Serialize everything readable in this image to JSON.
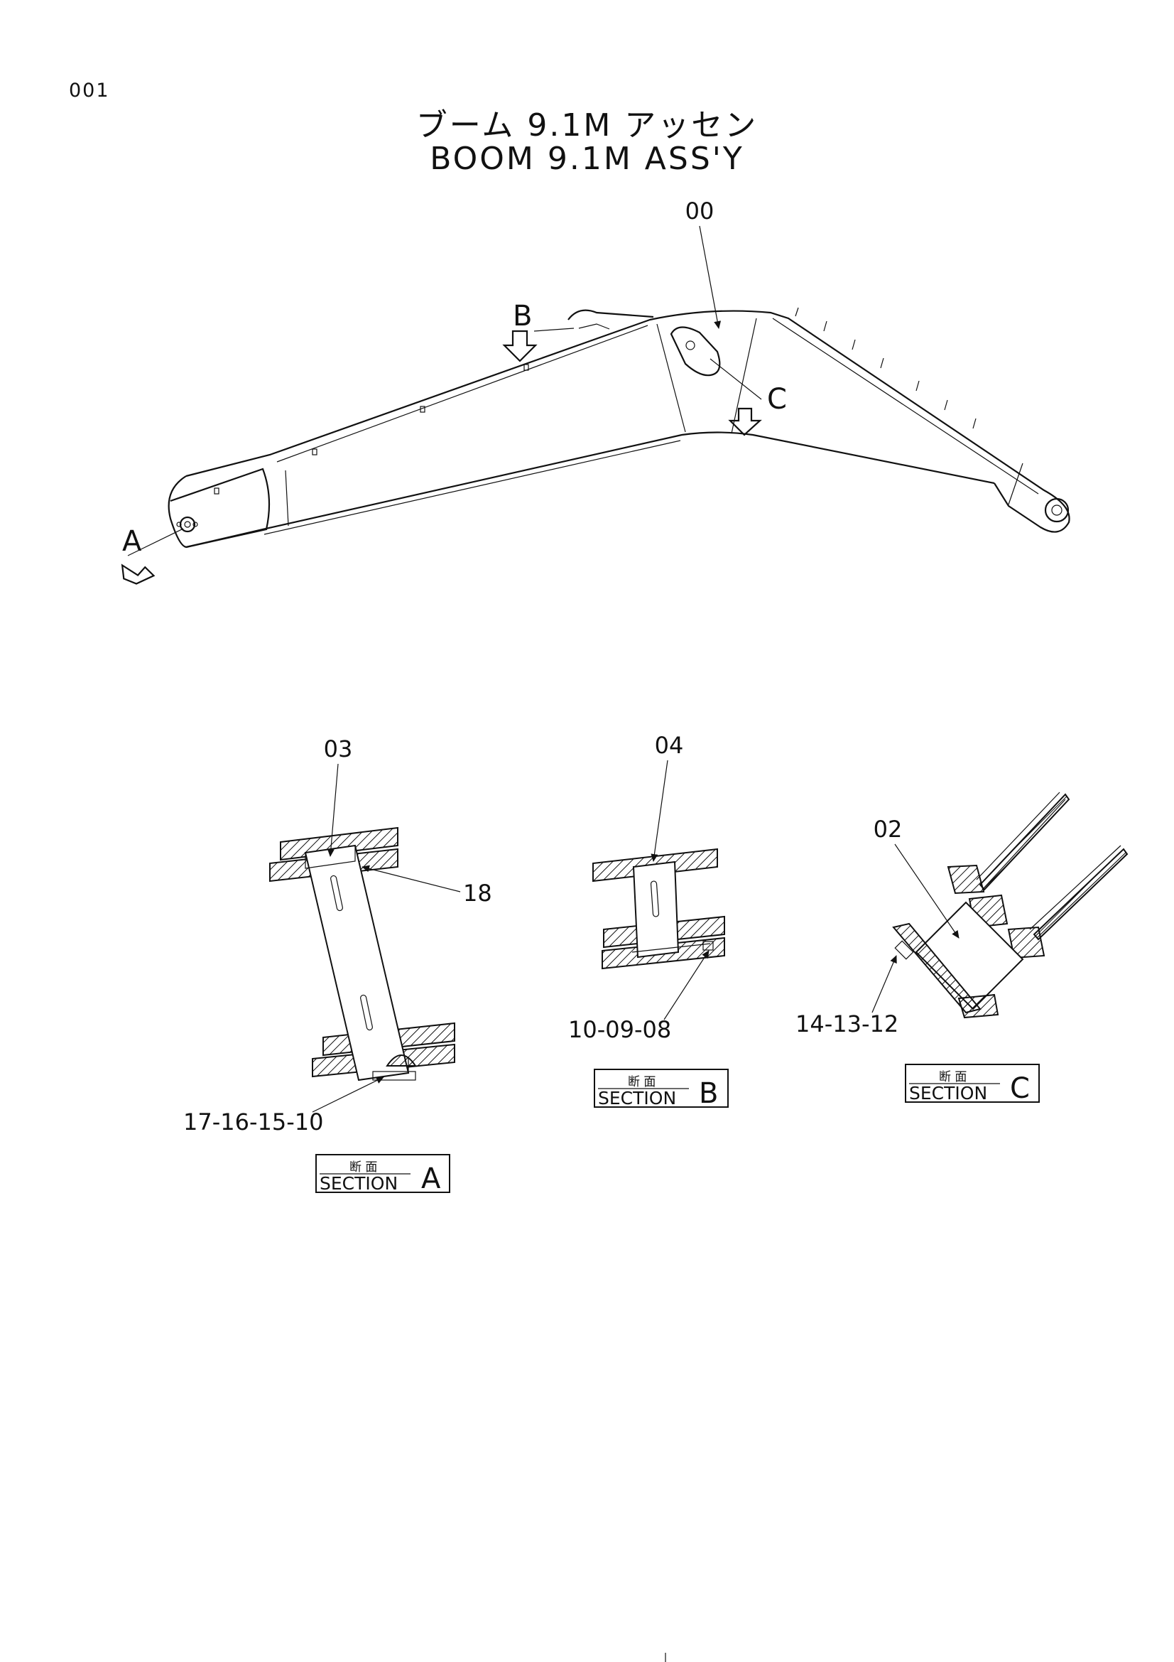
{
  "page_number": "001",
  "title": {
    "japanese": "ブーム 9.1M アッセン",
    "english": "BOOM 9.1M ASS'Y"
  },
  "callouts": {
    "boom": "00",
    "section_a_part": "03",
    "section_a_ring": "18",
    "section_a_bolts": "17-16-15-10",
    "section_b_part": "04",
    "section_b_bolts": "10-09-08",
    "section_c_part": "02",
    "section_c_bolts": "14-13-12"
  },
  "view_markers": [
    "A",
    "B",
    "C"
  ],
  "sections": [
    {
      "label_jp": "断 面",
      "label_en": "SECTION",
      "letter": "A"
    },
    {
      "label_jp": "断 面",
      "label_en": "SECTION",
      "letter": "B"
    },
    {
      "label_jp": "断 面",
      "label_en": "SECTION",
      "letter": "C"
    }
  ]
}
